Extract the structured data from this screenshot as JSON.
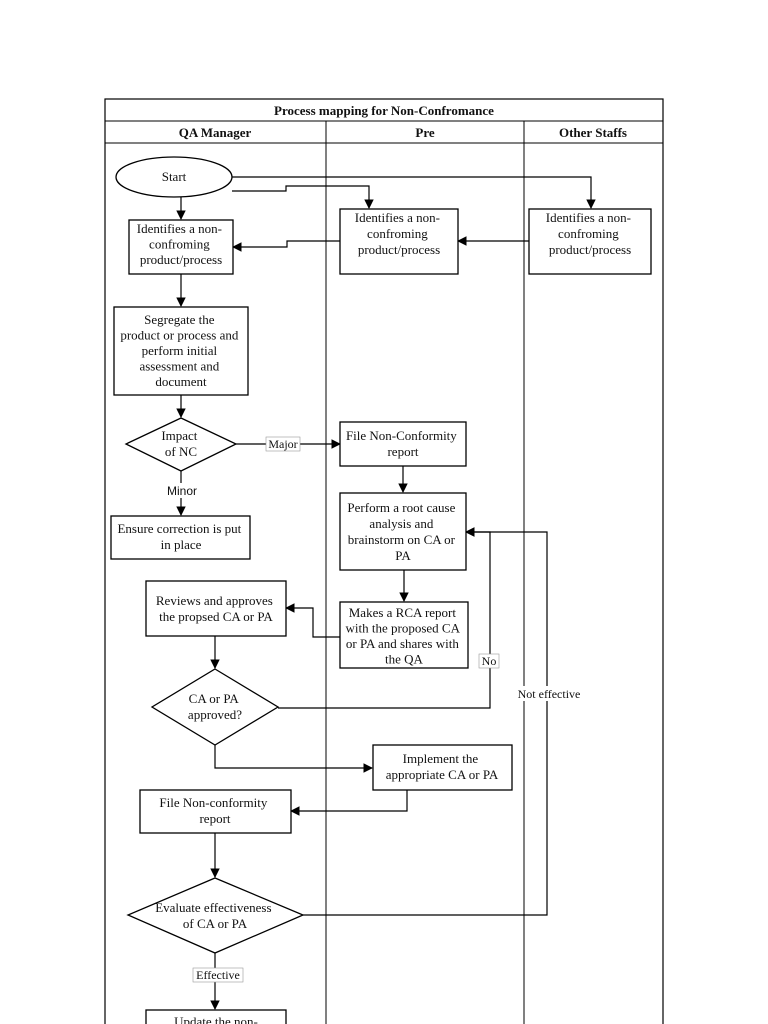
{
  "title": "Process mapping for Non-Confromance",
  "lanes": [
    {
      "id": "qa",
      "name": "QA Manager"
    },
    {
      "id": "pre",
      "name": "Pre"
    },
    {
      "id": "other",
      "name": "Other Staffs"
    }
  ],
  "nodes": {
    "start": {
      "shape": "ellipse",
      "lines": [
        "Start"
      ]
    },
    "qa_identify": {
      "shape": "rect",
      "lines": [
        "Identifies a non-",
        "confroming",
        "product/process"
      ]
    },
    "pre_identify": {
      "shape": "rect",
      "lines": [
        "Identifies a non-",
        "confroming",
        "product/process"
      ]
    },
    "other_identify": {
      "shape": "rect",
      "lines": [
        "Identifies a non-",
        "confroming",
        "product/process"
      ]
    },
    "segregate": {
      "shape": "rect",
      "lines": [
        "Segregate the",
        "product or process and",
        "perform initial",
        "assessment and",
        "document"
      ]
    },
    "impact": {
      "shape": "diamond",
      "lines": [
        "Impact",
        "of NC"
      ]
    },
    "file_report": {
      "shape": "rect",
      "lines": [
        "File Non-Conformity",
        "report"
      ]
    },
    "ensure_correction": {
      "shape": "rect",
      "lines": [
        "Ensure correction is put",
        "in place"
      ]
    },
    "root_cause": {
      "shape": "rect",
      "lines": [
        "Perform a root cause",
        "analysis and",
        "brainstorm on CA or",
        "PA"
      ]
    },
    "reviews": {
      "shape": "rect",
      "lines": [
        "Reviews and approves",
        "the propsed CA or PA"
      ]
    },
    "rca_report": {
      "shape": "rect",
      "lines": [
        "Makes a RCA report",
        "with the proposed CA",
        "or PA and shares with",
        "the QA"
      ]
    },
    "approved": {
      "shape": "diamond",
      "lines": [
        "CA or PA",
        "approved?"
      ]
    },
    "implement": {
      "shape": "rect",
      "lines": [
        "Implement the",
        "appropriate CA or PA"
      ]
    },
    "file_nc_report": {
      "shape": "rect",
      "lines": [
        "File Non-conformity",
        "report"
      ]
    },
    "evaluate": {
      "shape": "diamond",
      "lines": [
        "Evaluate effectiveness",
        "of CA or PA"
      ]
    },
    "update": {
      "shape": "rect",
      "lines": [
        "Update the non-"
      ]
    }
  },
  "edge_labels": {
    "major": "Major",
    "minor": "Minor",
    "no": "No",
    "not_effective": "Not effective",
    "effective": "Effective"
  }
}
